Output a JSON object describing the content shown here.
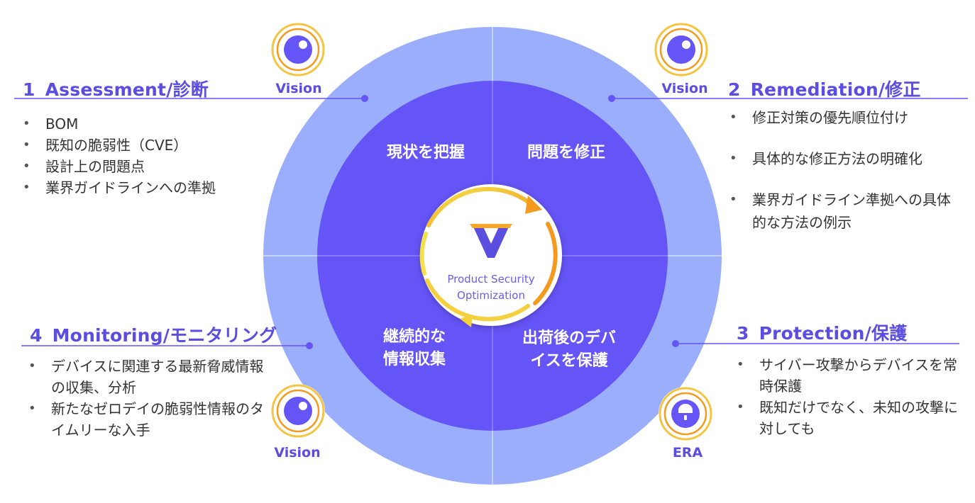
{
  "sections": [
    {
      "num": "1",
      "title": "Assessment/診断",
      "items": [
        "BOM",
        "既知の脆弱性（CVE）",
        "設計上の問題点",
        "業界ガイドラインへの準拠"
      ]
    },
    {
      "num": "2",
      "title": "Remediation/修正",
      "items": [
        "修正対策の優先順位付け",
        "具体的な修正方法の明確化",
        "業界ガイドライン準拠への具体的な方法の例示"
      ]
    },
    {
      "num": "3",
      "title": "Protection/保護",
      "items": [
        "サイバー攻撃からデバイスを常時保護",
        "既知だけでなく、未知の攻撃に対しても"
      ]
    },
    {
      "num": "4",
      "title": "Monitoring/モニタリング",
      "items": [
        "デバイスに関連する最新脅威情報の収集、分析",
        "新たなゼロデイの脆弱性情報のタイムリーな入手"
      ]
    }
  ],
  "quadrants": {
    "top_left": "現状を把握",
    "top_right": "問題を修正",
    "bottom_right": "出荷後のデバ\nイスを保護",
    "bottom_left": "継続的な\n情報収集"
  },
  "badges": [
    {
      "label": "Vision",
      "icon": "eye-icon"
    },
    {
      "label": "Vision",
      "icon": "eye-icon"
    },
    {
      "label": "ERA",
      "icon": "lock-icon"
    },
    {
      "label": "Vision",
      "icon": "eye-icon"
    }
  ],
  "center": {
    "line1": "Product Security",
    "line2": "Optimization",
    "logo": "v-logo-icon"
  },
  "colors": {
    "outer_ring": "#9aaefb",
    "inner_disc": "#6554f6",
    "accent_text": "#5b4de0",
    "orange": "#f49b1f",
    "yellow": "#f4d03f"
  }
}
